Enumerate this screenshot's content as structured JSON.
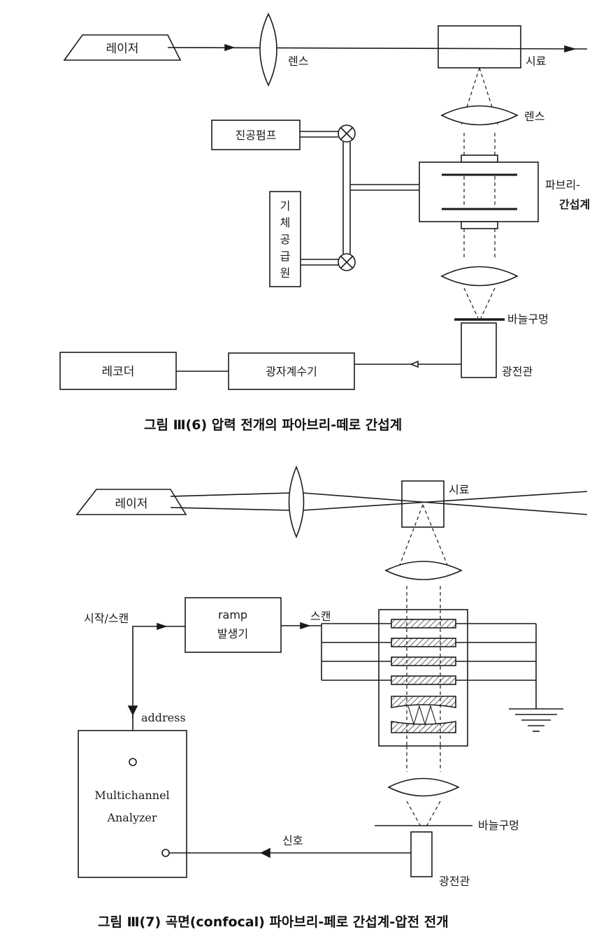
{
  "fig6": {
    "laser": "레이저",
    "lens_top": "렌스",
    "sample": "시료",
    "lens_right": "렌스",
    "vacuum_pump": "진공펌프",
    "gas_supply": "기체공급원",
    "fp_line1": "파브리-",
    "fp_line2": "간섭계",
    "pinhole": "바늘구멍",
    "recorder": "레코더",
    "photon_counter": "광자계수기",
    "pmt": "광전관",
    "caption": "그림 Ⅲ(6)  압력 전개의 파아브리-떼로 간섭계"
  },
  "fig7": {
    "laser": "레이저",
    "sample": "시료",
    "start_scan": "시작/스캔",
    "ramp_line1": "ramp",
    "ramp_line2": "발생기",
    "scan": "스캔",
    "address": "address",
    "mca_line1": "Multichannel",
    "mca_line2": "Analyzer",
    "signal": "신호",
    "pinhole": "바늘구멍",
    "pmt": "광전관",
    "caption": "그림 Ⅲ(7)  곡면(confocal) 파아브리-페로 간섭계-압전 전개"
  }
}
